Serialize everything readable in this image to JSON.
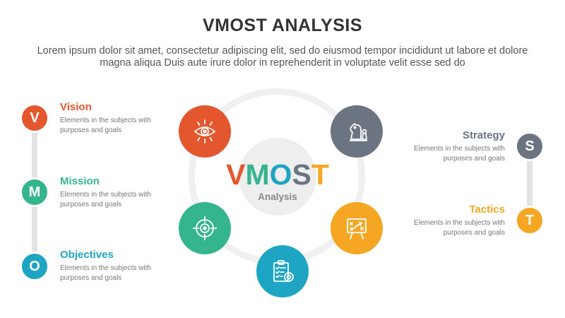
{
  "header": {
    "title": "VMOST ANALYSIS",
    "subtitle": "Lorem ipsum dolor sit amet, consectetur adipiscing elit, sed do eiusmod tempor incididunt ut labore et dolore magna aliqua Duis aute irure dolor in reprehenderit in voluptate velit esse sed do"
  },
  "center": {
    "letters": [
      "V",
      "M",
      "O",
      "S",
      "T"
    ],
    "subtitle": "Analysis"
  },
  "items": [
    {
      "letter": "V",
      "title": "Vision",
      "desc": "Elements in the subjects with purposes and goals",
      "color": "#e4572e",
      "icon": "eye-icon"
    },
    {
      "letter": "M",
      "title": "Mission",
      "desc": "Elements in the subjects with purposes and goals",
      "color": "#35b58d",
      "icon": "target-icon"
    },
    {
      "letter": "O",
      "title": "Objectives",
      "desc": "Elements in the subjects with purposes and goals",
      "color": "#1fa5c4",
      "icon": "checklist-icon"
    },
    {
      "letter": "S",
      "title": "Strategy",
      "desc": "Elements in the subjects with purposes and goals",
      "color": "#6b7480",
      "icon": "chess-knight-icon"
    },
    {
      "letter": "T",
      "title": "Tactics",
      "desc": "Elements in the subjects with purposes and goals",
      "color": "#f5a623",
      "icon": "tactics-board-icon"
    }
  ]
}
